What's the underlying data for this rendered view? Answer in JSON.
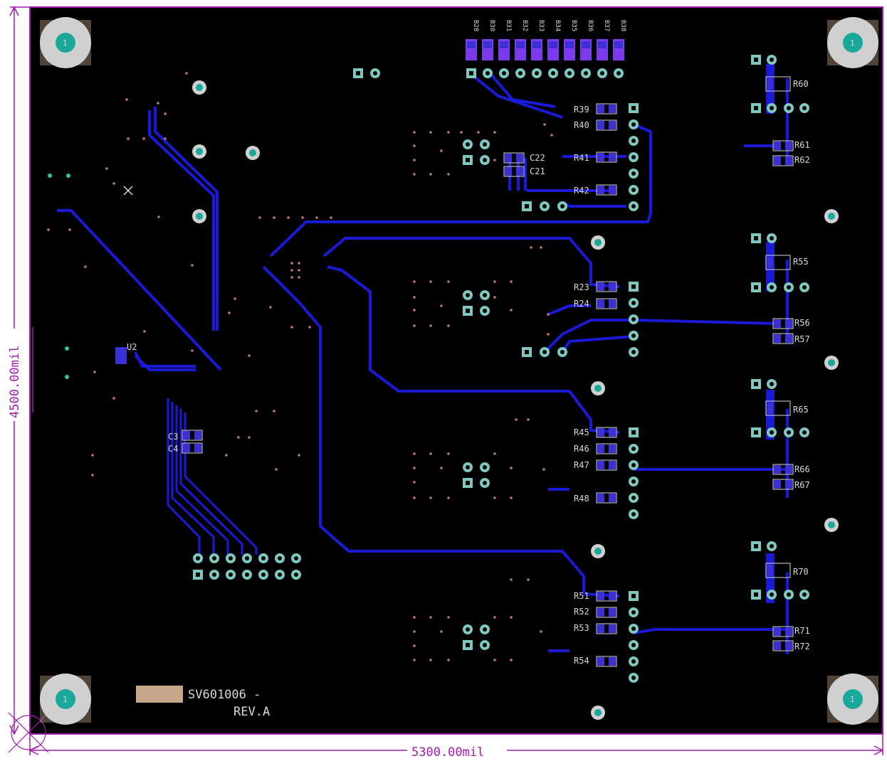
{
  "dimensions": {
    "width_label": "5300.00mil",
    "height_label": "4500.00mil"
  },
  "board": {
    "part_number": "SV601006 -",
    "revision": "REV.A",
    "u2_label": "U2",
    "mount_hole_label": "1"
  },
  "header_pins": [
    "B28",
    "B30",
    "B31",
    "B32",
    "B33",
    "B34",
    "B35",
    "B36",
    "B37",
    "B38"
  ],
  "labels": {
    "r39": "R39",
    "r40": "R40",
    "r41": "R41",
    "r42": "R42",
    "c22": "C22",
    "c21": "C21",
    "r23": "R23",
    "r24": "R24",
    "r45": "R45",
    "r46": "R46",
    "r47": "R47",
    "r48": "R48",
    "r51": "R51",
    "r52": "R52",
    "r53": "R53",
    "r54": "R54",
    "r60": "R60",
    "r61": "R61",
    "r62": "R62",
    "r55": "R55",
    "r56": "R56",
    "r57": "R57",
    "r65": "R65",
    "r66": "R66",
    "r67": "R67",
    "r70": "R70",
    "r71": "R71",
    "r72": "R72",
    "c3": "C3",
    "c4": "C4"
  },
  "colors": {
    "board": "#000000",
    "outline": "#a21caf",
    "trace": "#1a1ad6",
    "pad": "#3b2fd6",
    "pad_hi": "#7c3aed",
    "thru_pad": "#7ec8c0",
    "silk": "#d8d8d8",
    "via_dot": "#c0787a",
    "hole_outer": "#d0d0d0",
    "hole_inner": "#1aa89a",
    "logo_box": "#c8a88a"
  }
}
